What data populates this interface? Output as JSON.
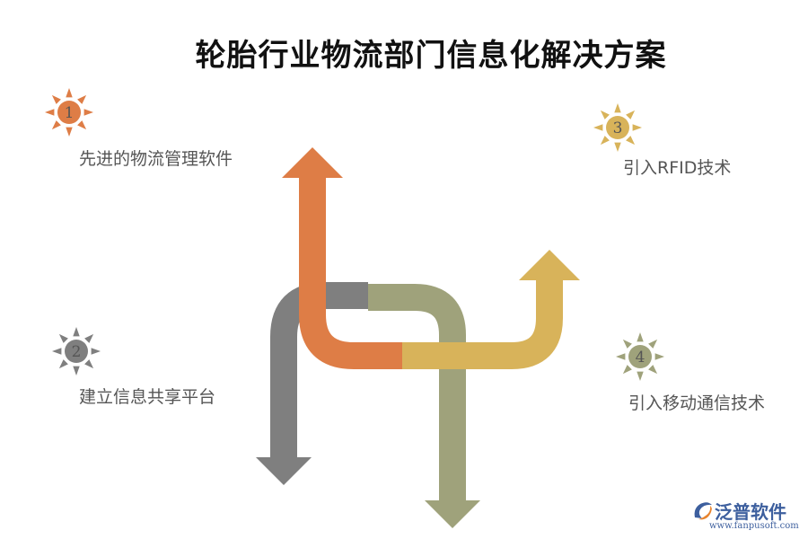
{
  "title": "轮胎行业物流部门信息化解决方案",
  "items": [
    {
      "num": "1",
      "label": "先进的物流管理软件",
      "color": "#de7d46"
    },
    {
      "num": "2",
      "label": "建立信息共享平台",
      "color": "#7f7f7f"
    },
    {
      "num": "3",
      "label": "引入RFID技术",
      "color": "#d8b35a"
    },
    {
      "num": "4",
      "label": "引入移动通信技术",
      "color": "#9fa27b"
    }
  ],
  "arrow_colors": {
    "orange": "#de7d46",
    "gray": "#7f7f7f",
    "gold": "#d8b35a",
    "olive": "#9fa27b"
  },
  "logo": {
    "name": "泛普软件",
    "url": "www.fanpusoft.com",
    "icon": "fanpu-logo-icon"
  }
}
